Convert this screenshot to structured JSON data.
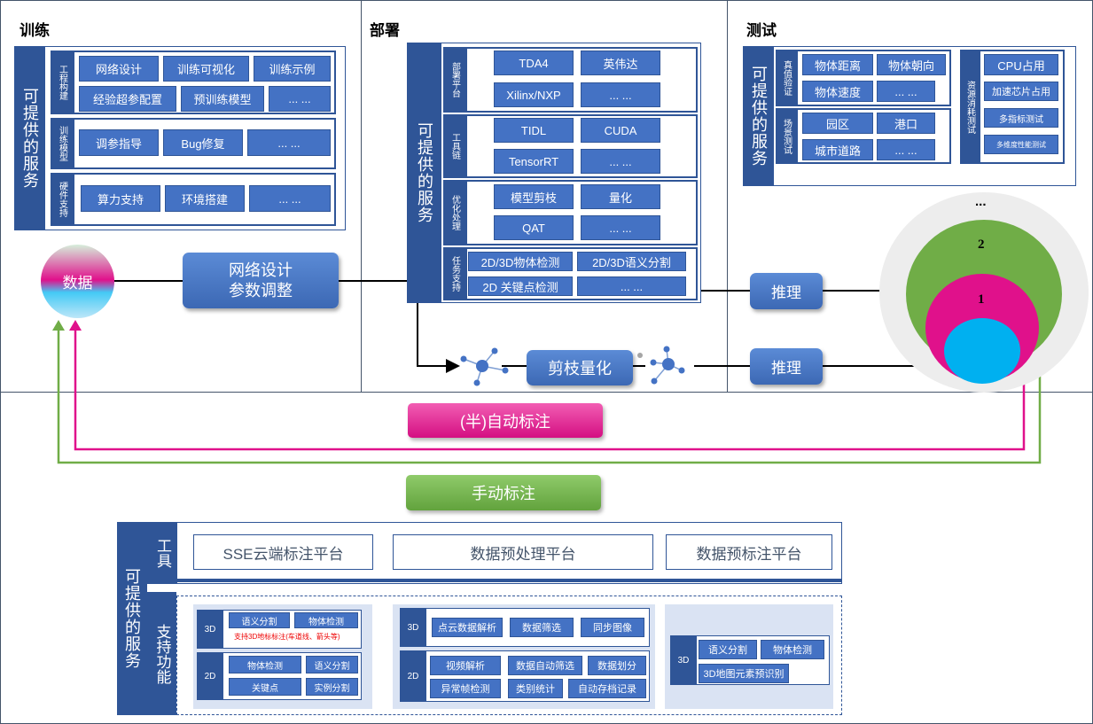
{
  "sections": {
    "train": "训练",
    "deploy": "部署",
    "test": "测试"
  },
  "services_label": "可提供的服务",
  "train": {
    "groups": [
      {
        "label": "工程构建",
        "items": [
          "网络设计",
          "训练可视化",
          "训练示例",
          "经验超参配置",
          "预训练模型",
          "... ..."
        ]
      },
      {
        "label": "训练模型",
        "items": [
          "调参指导",
          "Bug修复",
          "... ..."
        ]
      },
      {
        "label": "硬件支持",
        "items": [
          "算力支持",
          "环境搭建",
          "... ..."
        ]
      }
    ]
  },
  "deploy": {
    "groups": [
      {
        "label": "部署平台",
        "items": [
          "TDA4",
          "英伟达",
          "Xilinx/NXP",
          "... ..."
        ]
      },
      {
        "label": "工具链",
        "items": [
          "TIDL",
          "CUDA",
          "TensorRT",
          "... ..."
        ]
      },
      {
        "label": "优化处理",
        "items": [
          "模型剪枝",
          "量化",
          "QAT",
          "... ..."
        ]
      },
      {
        "label": "任务支持",
        "items": [
          "2D/3D物体检测",
          "2D/3D语义分割",
          "2D 关键点检测",
          "... ..."
        ]
      }
    ]
  },
  "test": {
    "groups": [
      {
        "label": "真值验证",
        "items": [
          "物体距离",
          "物体朝向",
          "物体速度",
          "... ..."
        ]
      },
      {
        "label": "场景测试",
        "items": [
          "园区",
          "港口",
          "城市道路",
          "... ..."
        ]
      },
      {
        "label": "资源消耗测试",
        "items": [
          "CPU占用",
          "加速芯片占用",
          "多指标测试",
          "多维度性能测试"
        ]
      }
    ]
  },
  "flow": {
    "data": "数据",
    "net_design": [
      "网络设计",
      "参数调整"
    ],
    "pruning": "剪枝量化",
    "infer1": "推理",
    "infer2": "推理",
    "semi_auto": "(半)自动标注",
    "manual": "手动标注"
  },
  "venn": {
    "dots": "...",
    "outer": "2",
    "inner": "1"
  },
  "tools": {
    "label": "工具",
    "items": [
      "SSE云端标注平台",
      "数据预处理平台",
      "数据预标注平台"
    ]
  },
  "support": {
    "label": "支持功能",
    "col1": {
      "row3d": {
        "label": "3D",
        "items": [
          "语义分割",
          "物体检测"
        ],
        "note": "支持3D地标标注(车道线、箭头等)"
      },
      "row2d": {
        "label": "2D",
        "items": [
          "物体检测",
          "语义分割",
          "关键点",
          "实例分割"
        ]
      }
    },
    "col2": {
      "row3d": {
        "label": "3D",
        "items": [
          "点云数据解析",
          "数据筛选",
          "同步图像"
        ]
      },
      "row2d": {
        "label": "2D",
        "items": [
          "视频解析",
          "数据自动筛选",
          "数据划分",
          "异常帧检测",
          "类别统计",
          "自动存档记录"
        ]
      }
    },
    "col3": {
      "row3d": {
        "label": "3D",
        "items": [
          "语义分割",
          "物体检测",
          "3D地图元素预识别"
        ]
      }
    }
  },
  "colors": {
    "dark_blue": "#2f5597",
    "blue": "#4472c4",
    "magenta": "#e0118b",
    "green": "#70ad47",
    "light_blue": "#00b0f0"
  }
}
